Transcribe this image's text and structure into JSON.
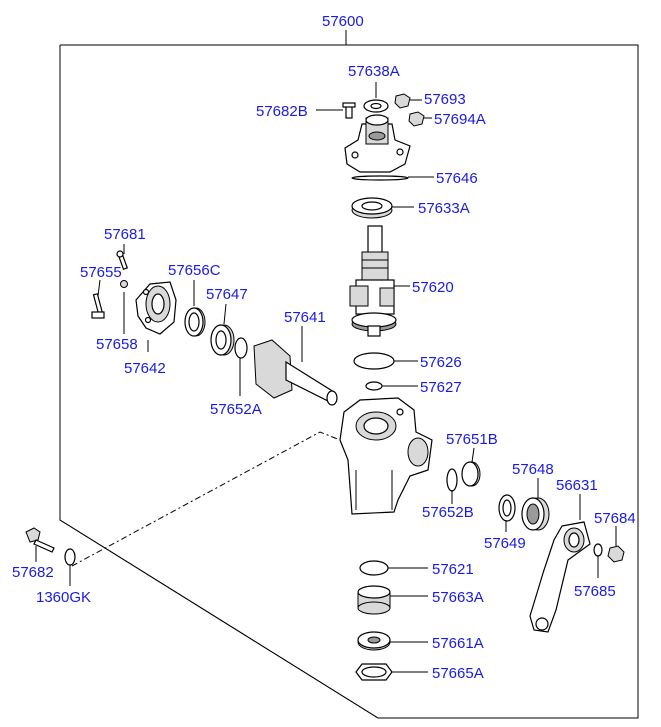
{
  "labels": {
    "l57600": "57600",
    "l57638A": "57638A",
    "l57682B": "57682B",
    "l57693": "57693",
    "l57694A": "57694A",
    "l57646": "57646",
    "l57633A": "57633A",
    "l57681": "57681",
    "l57655": "57655",
    "l57656C": "57656C",
    "l57647": "57647",
    "l57620": "57620",
    "l57641": "57641",
    "l57658": "57658",
    "l57642": "57642",
    "l57626": "57626",
    "l57627": "57627",
    "l57652A": "57652A",
    "l57651B": "57651B",
    "l57648": "57648",
    "l56631": "56631",
    "l57684": "57684",
    "l57652B": "57652B",
    "l57649": "57649",
    "l57685": "57685",
    "l57682": "57682",
    "l1360GK": "1360GK",
    "l57621": "57621",
    "l57663A": "57663A",
    "l57661A": "57661A",
    "l57665A": "57665A"
  },
  "colors": {
    "label": "#1a1ae6",
    "line": "#000000",
    "shade": "#d9d9d9"
  }
}
